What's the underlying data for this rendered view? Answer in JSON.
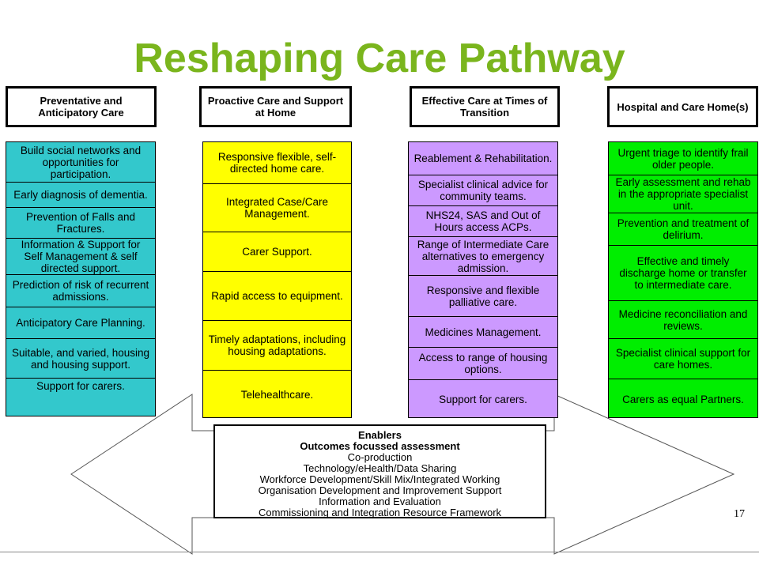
{
  "title": "Reshaping Care Pathway",
  "colors": {
    "title": "#7ab51d",
    "teal": "#33c8cc",
    "yellow": "#ffff00",
    "purple": "#cc99ff",
    "green": "#00ee00"
  },
  "columns": [
    {
      "header": "Preventative and Anticipatory Care",
      "color": "teal",
      "items": [
        "Build social networks and opportunities for participation.",
        "Early diagnosis of dementia.",
        "Prevention of Falls and Fractures.",
        "Information & Support for Self Management & self directed support.",
        "Prediction of risk of recurrent admissions.",
        "Anticipatory Care Planning.",
        "Suitable, and varied, housing and housing support.",
        "Support for carers."
      ]
    },
    {
      "header": "Proactive Care and Support at Home",
      "color": "yellow",
      "items": [
        "Responsive flexible, self-directed home care.",
        "Integrated Case/Care Management.",
        "Carer Support.",
        "Rapid access to equipment.",
        "Timely adaptations, including housing adaptations.",
        "Telehealthcare."
      ]
    },
    {
      "header": "Effective Care at Times of Transition",
      "color": "purple",
      "items": [
        "Reablement & Rehabilitation.",
        "Specialist clinical advice for community teams.",
        "NHS24, SAS and Out of Hours access ACPs.",
        "Range of Intermediate Care alternatives to emergency admission.",
        "Responsive and flexible palliative care.",
        "Medicines Management.",
        "Access to range of housing options.",
        "Support for carers."
      ]
    },
    {
      "header": "Hospital and Care Home(s)",
      "color": "green",
      "items": [
        "Urgent triage to identify frail older people.",
        "Early assessment and rehab in the appropriate specialist unit.",
        "Prevention and treatment of delirium.",
        "Effective and timely discharge home or transfer to intermediate care.",
        "Medicine reconciliation and reviews.",
        "Specialist clinical support for care homes.",
        "Carers as equal Partners."
      ]
    }
  ],
  "enablers": {
    "title": "Enablers",
    "items": [
      "Outcomes focussed assessment",
      "Co-production",
      "Technology/eHealth/Data Sharing",
      "Workforce Development/Skill Mix/Integrated Working",
      "Organisation Development and Improvement Support",
      "Information and Evaluation",
      "Commissioning and Integration Resource Framework"
    ]
  },
  "page_number": "17"
}
